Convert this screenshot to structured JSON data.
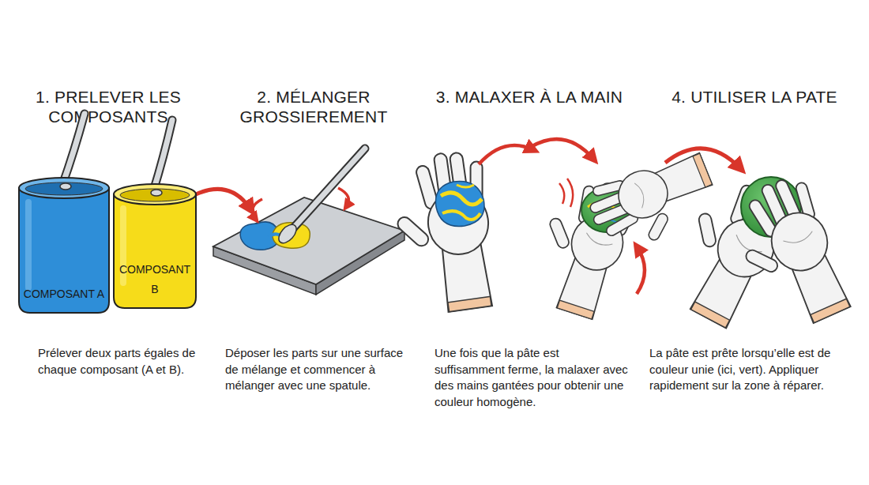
{
  "diagram": {
    "nodes": [
      {
        "text": [
          "COMPOSANT A"
        ]
      },
      {
        "text": [
          "COMPOSANT B"
        ]
      }
    ],
    "labels": [
      "1. PRELEVER LES COMPOSANTS",
      "Prélever deux parts égales de chaque composant (A et B).",
      "2. MÉLANGER GROSSIEREMENT",
      "Déposer les parts sur une surface de mélange et commencer à mélanger avec une spatule.",
      "3. MALAXER À LA MAIN",
      "Une fois que la pâte est suffisamment ferme, la malaxer avec des mains gantées pour obtenir une couleur homogène.",
      "4. UTILISER LA PATE",
      "La pâte est prête lorsqu’elle est de couleur unie (ici, vert). Appliquer rapidement sur la zone à réparer."
    ]
  }
}
